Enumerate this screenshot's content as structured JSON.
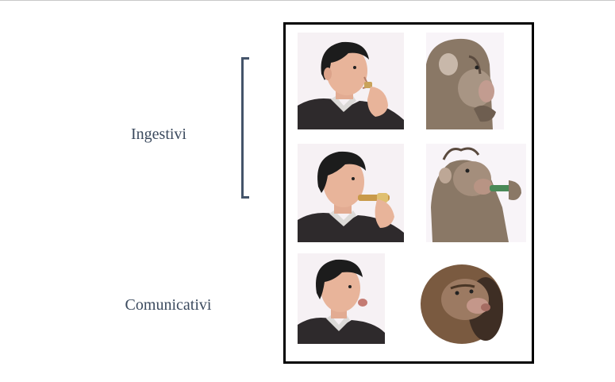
{
  "labels": {
    "ingestive": "Ingestivi",
    "communicative": "Comunicativi"
  },
  "photos": [
    {
      "subject": "human",
      "action": "eating-food-item"
    },
    {
      "subject": "monkey",
      "action": "eating-food-item"
    },
    {
      "subject": "human",
      "action": "drinking-through-straw"
    },
    {
      "subject": "monkey",
      "action": "drinking-from-tube"
    },
    {
      "subject": "human",
      "action": "lip-protrusion"
    },
    {
      "subject": "monkey",
      "action": "lip-protrusion"
    }
  ],
  "colors": {
    "label_text": "#3b4a5e",
    "bracket": "#44546a",
    "frame": "#000000",
    "human_sweater": "#2e2a2c",
    "human_skin": "#e8b49a",
    "human_hair": "#1c1c1c",
    "monkey_fur": "#8a7866"
  }
}
